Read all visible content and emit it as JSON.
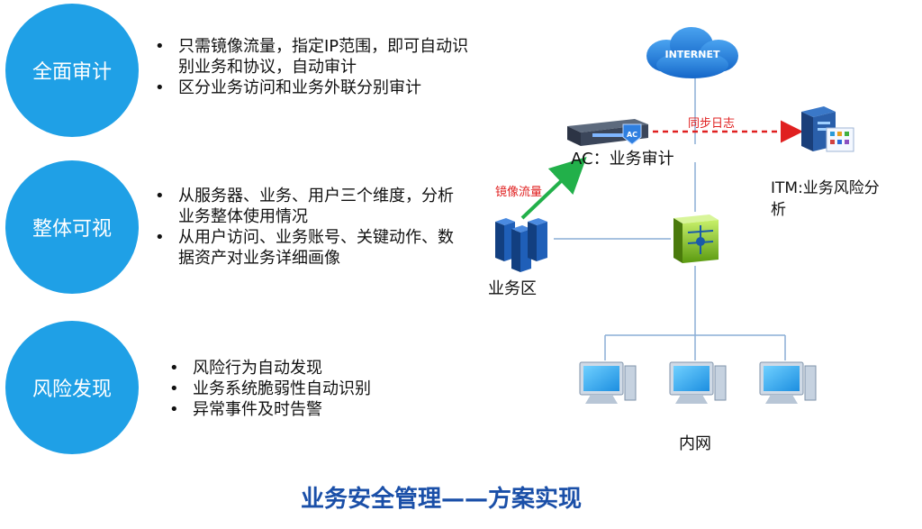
{
  "features": [
    {
      "title": "全面审计",
      "bullets": [
        "只需镜像流量，指定IP范围，即可自动识别业务和协议，自动审计",
        "区分业务访问和业务外联分别审计"
      ]
    },
    {
      "title": "整体可视",
      "bullets": [
        "从服务器、业务、用户三个维度，分析业务整体使用情况",
        "从用户访问、业务账号、关键动作、数据资产对业务详细画像"
      ]
    },
    {
      "title": "风险发现",
      "bullets": [
        "风险行为自动发现",
        "业务系统脆弱性自动识别",
        "异常事件及时告警"
      ]
    }
  ],
  "diagram": {
    "internet_label": "INTERNET",
    "ac_badge": "AC",
    "ac_label": "AC：业务审计",
    "sync_label": "同步日志",
    "mirror_label": "镜像流量",
    "itm_label_line1": "ITM:业务风险分",
    "itm_label_line2": "析",
    "zone_label": "业务区",
    "intranet_label": "内网",
    "colors": {
      "circle": "#1fa0e6",
      "sync_arrow": "#e02020",
      "mirror_arrow": "#22b04a",
      "title": "#1a4fa8"
    }
  },
  "footer_title": "业务安全管理——方案实现"
}
